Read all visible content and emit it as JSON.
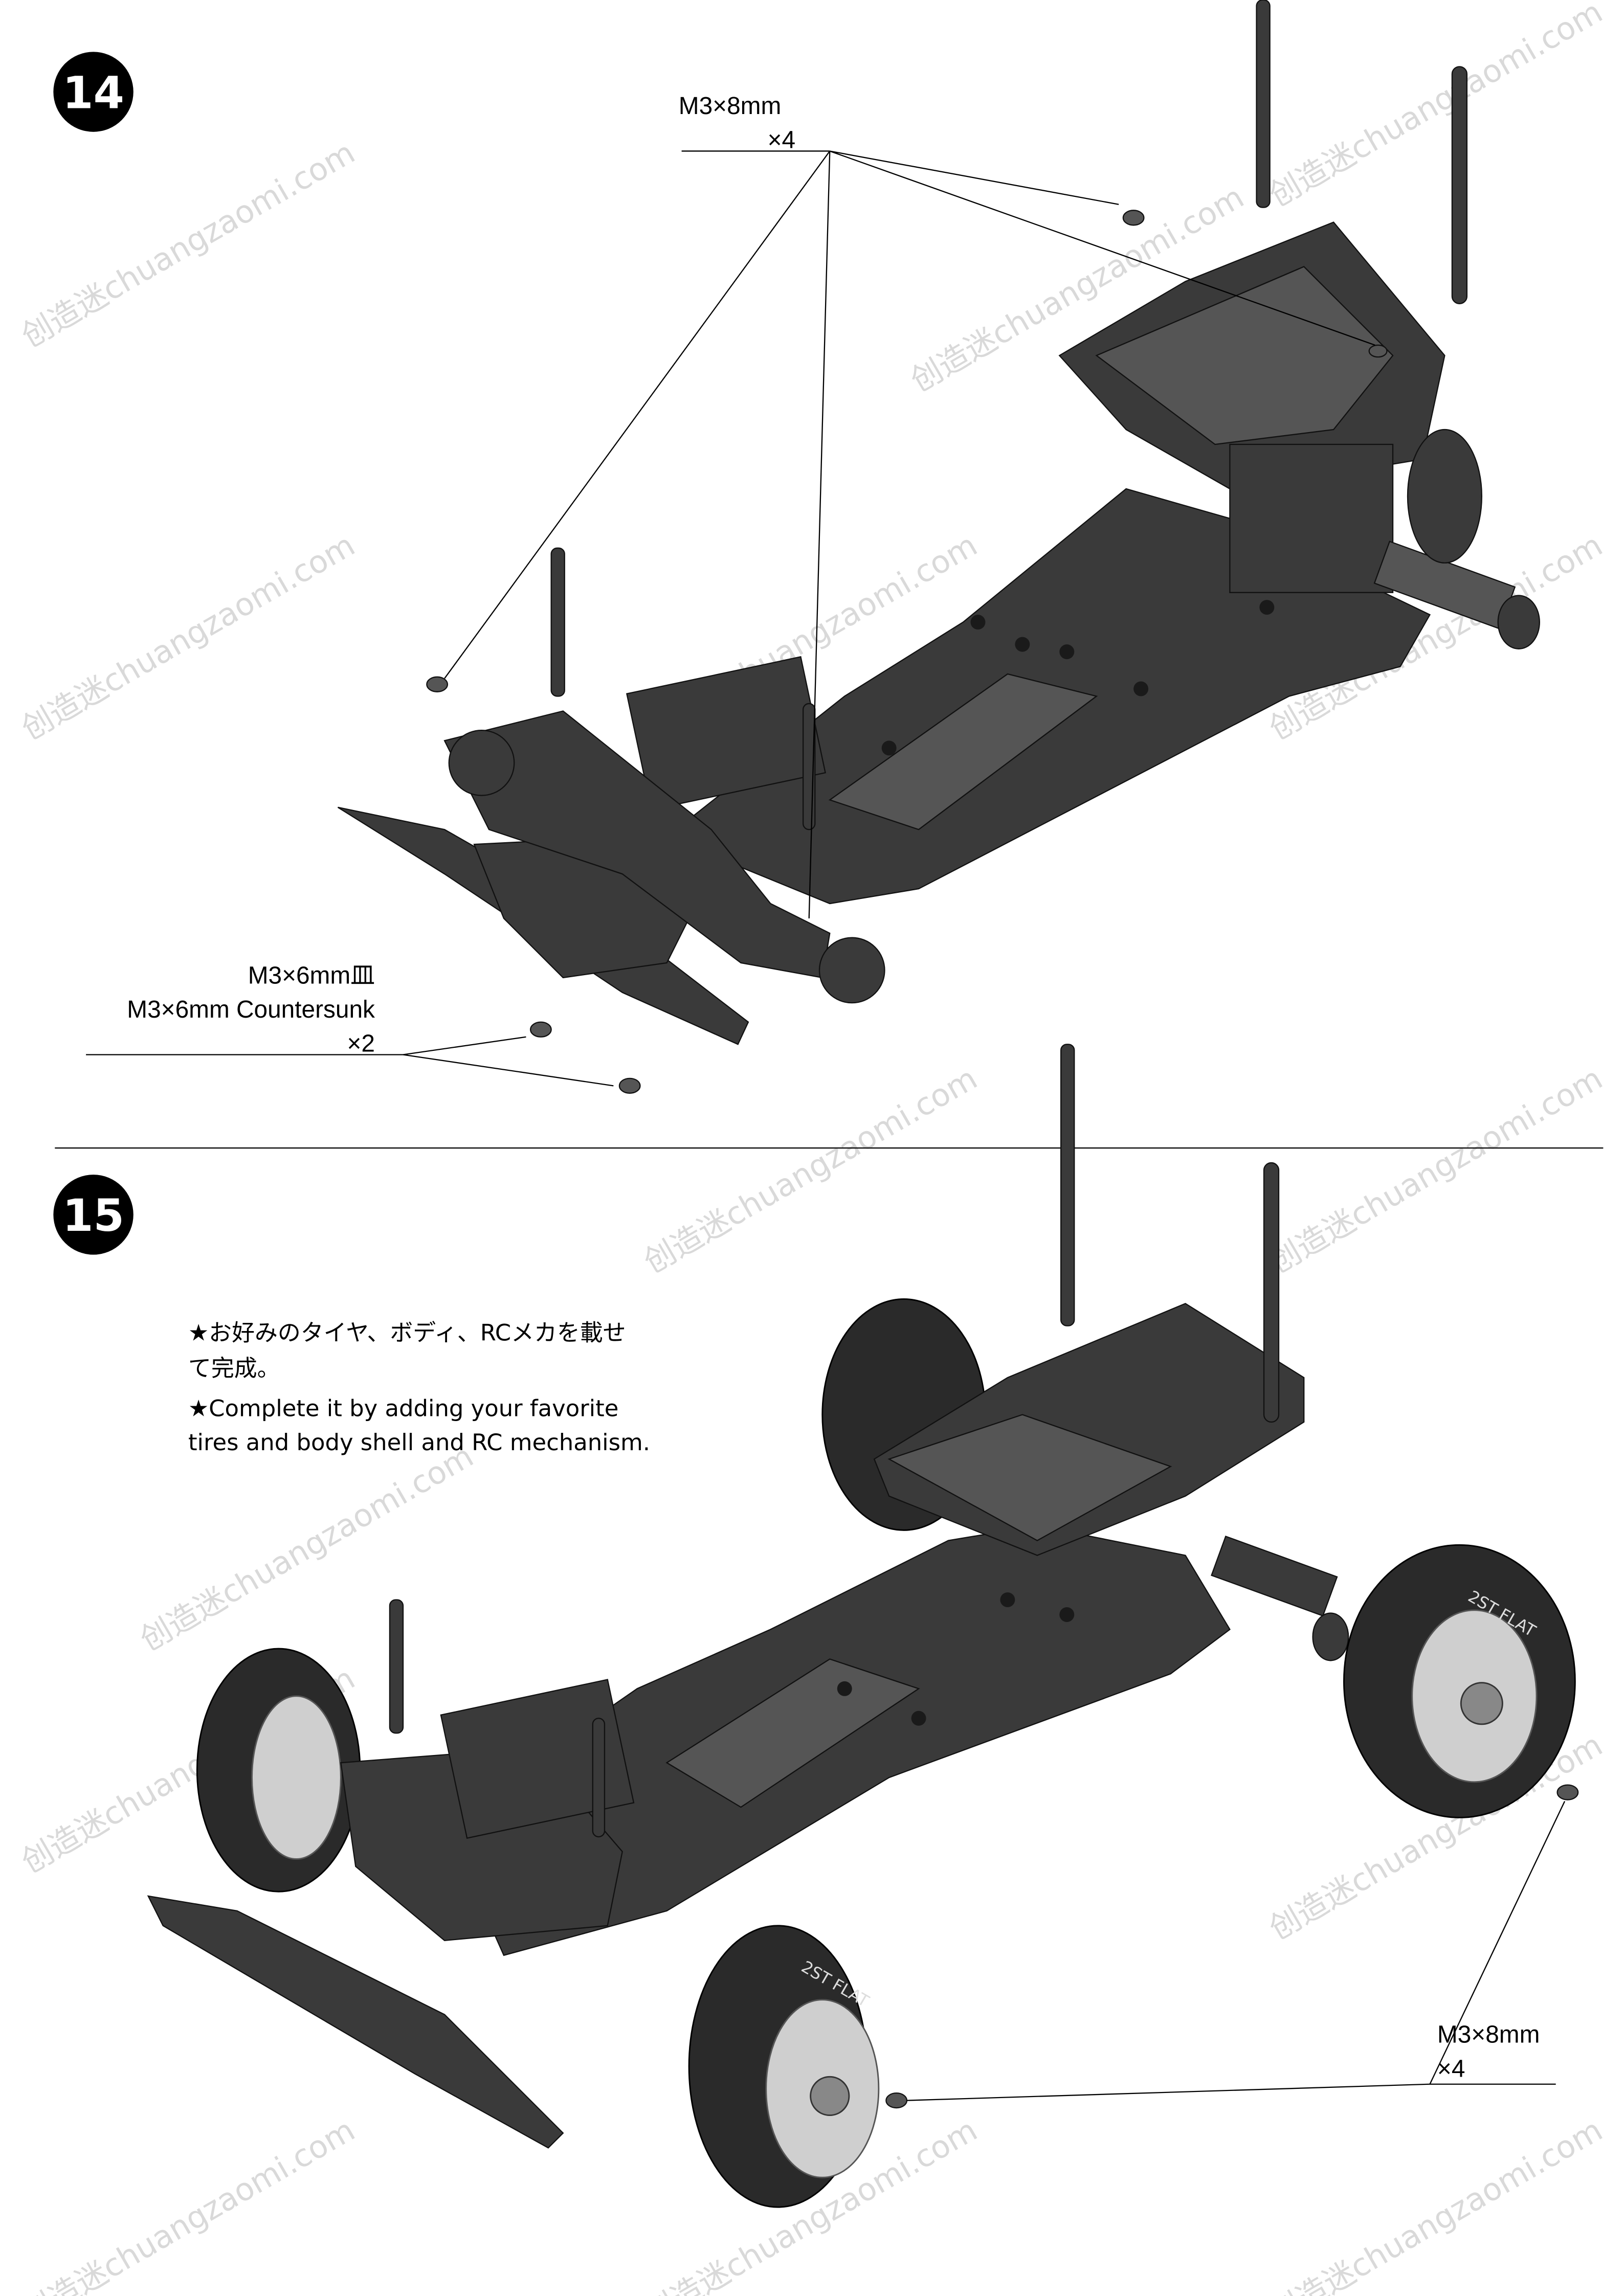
{
  "watermark": "创造迷chuangzaomi.com",
  "steps": [
    {
      "number": "14",
      "callouts": [
        {
          "lines": [
            "M3×8mm",
            "×4"
          ]
        },
        {
          "lines": [
            "M3×6mm皿",
            "M3×6mm Countersunk",
            "×2"
          ]
        }
      ]
    },
    {
      "number": "15",
      "note": {
        "ja": [
          "★お好みのタイヤ、ボディ、RCメカを載せ",
          "て完成。"
        ],
        "en": [
          "★Complete it by adding your favorite",
          "tires and body shell and RC mechanism."
        ]
      },
      "callouts": [
        {
          "lines": [
            "M3×8mm",
            "×4"
          ]
        }
      ],
      "tire_print": "2ST FLAT"
    }
  ],
  "colors": {
    "badge": "#000000",
    "part": "#3a3a3a",
    "watermark": "#d9d9d9"
  }
}
